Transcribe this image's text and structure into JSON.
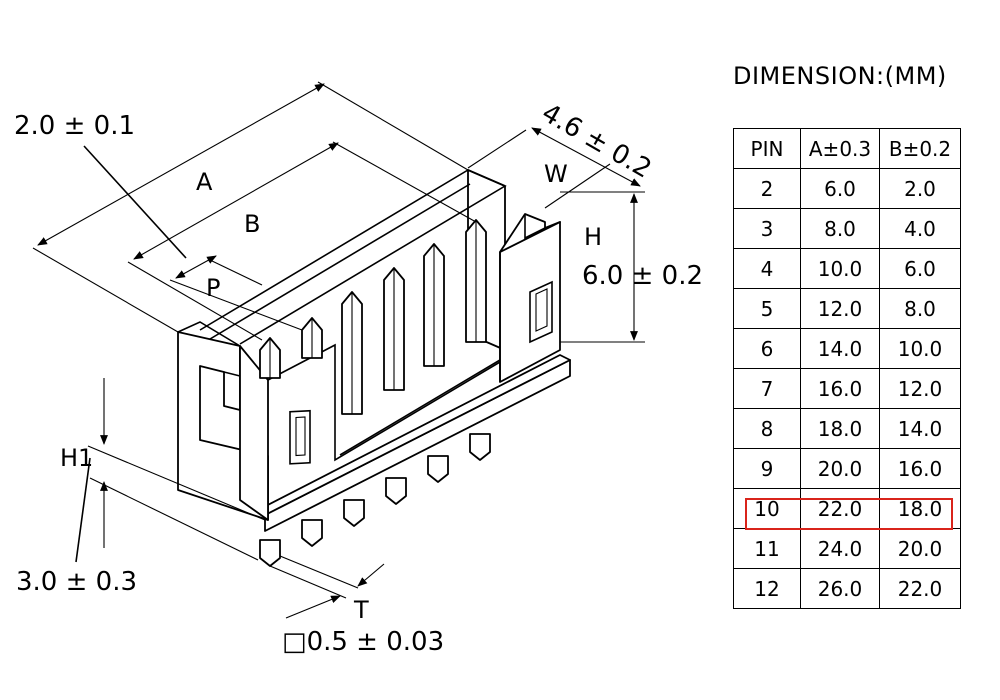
{
  "labels": {
    "pitch_tol": "2.0 ± 0.1",
    "dim_a": "A",
    "dim_b": "B",
    "dim_p": "P",
    "dim_w": "W",
    "width_tol": "4.6 ± 0.2",
    "dim_h": "H",
    "height_tol": "6.0 ± 0.2",
    "dim_h1": "H1",
    "h1_tol": "3.0 ± 0.3",
    "dim_t": "T",
    "pin_tol": "□0.5 ± 0.03"
  },
  "table": {
    "title": "DIMENSION:(MM)",
    "headers": [
      "PIN",
      "A±0.3",
      "B±0.2"
    ],
    "rows": [
      [
        "2",
        "6.0",
        "2.0"
      ],
      [
        "3",
        "8.0",
        "4.0"
      ],
      [
        "4",
        "10.0",
        "6.0"
      ],
      [
        "5",
        "12.0",
        "8.0"
      ],
      [
        "6",
        "14.0",
        "10.0"
      ],
      [
        "7",
        "16.0",
        "12.0"
      ],
      [
        "8",
        "18.0",
        "14.0"
      ],
      [
        "9",
        "20.0",
        "16.0"
      ],
      [
        "10",
        "22.0",
        "18.0"
      ],
      [
        "11",
        "24.0",
        "20.0"
      ],
      [
        "12",
        "26.0",
        "22.0"
      ]
    ],
    "highlighted_pin": "10",
    "highlight_color": "#d9241b"
  }
}
